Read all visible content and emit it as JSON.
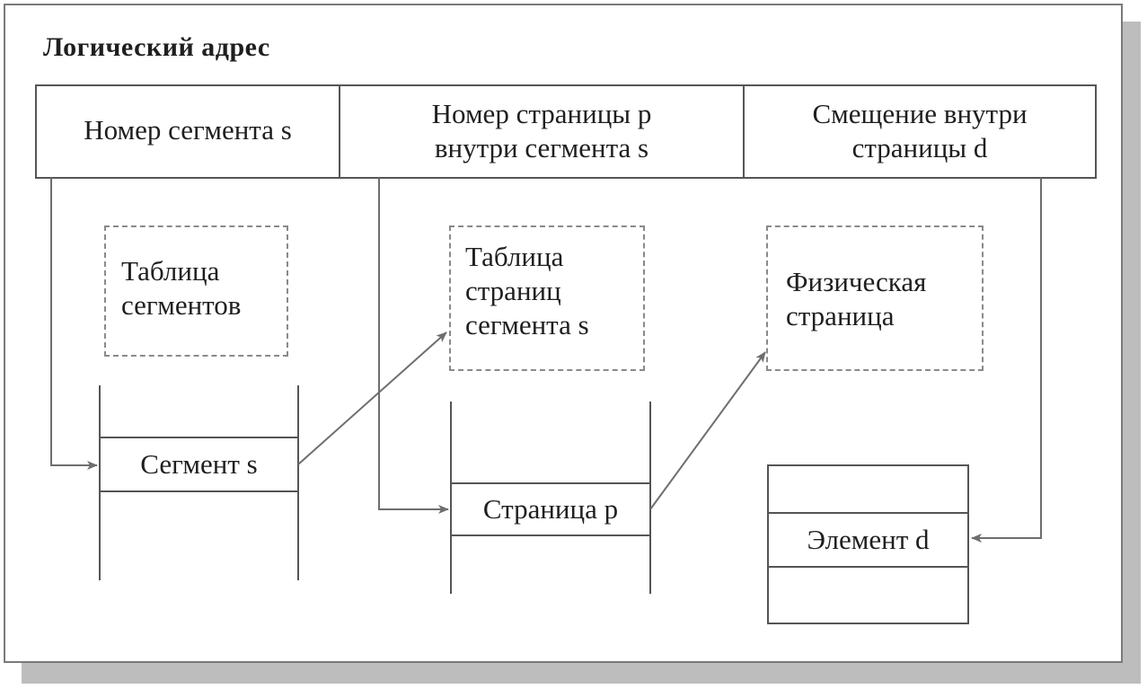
{
  "title": "Логический адрес",
  "address_fields": {
    "segment_number": "Номер сегмента s",
    "page_number_line1": "Номер страницы p",
    "page_number_line2": "внутри сегмента s",
    "offset_line1": "Смещение внутри",
    "offset_line2": "страницы d"
  },
  "segment_table": {
    "caption_line1": "Таблица",
    "caption_line2": "сегментов",
    "entry": "Сегмент s"
  },
  "page_table": {
    "caption_line1": "Таблица",
    "caption_line2": "страниц",
    "caption_line3": "сегмента s",
    "entry": "Страница p"
  },
  "physical_page": {
    "caption_line1": "Физическая",
    "caption_line2": "страница",
    "entry": "Элемент d"
  },
  "colors": {
    "line": "#555555",
    "arrow": "#6e6e6e",
    "dashed": "#8a8a8a",
    "shadow": "#bdbdbd"
  }
}
